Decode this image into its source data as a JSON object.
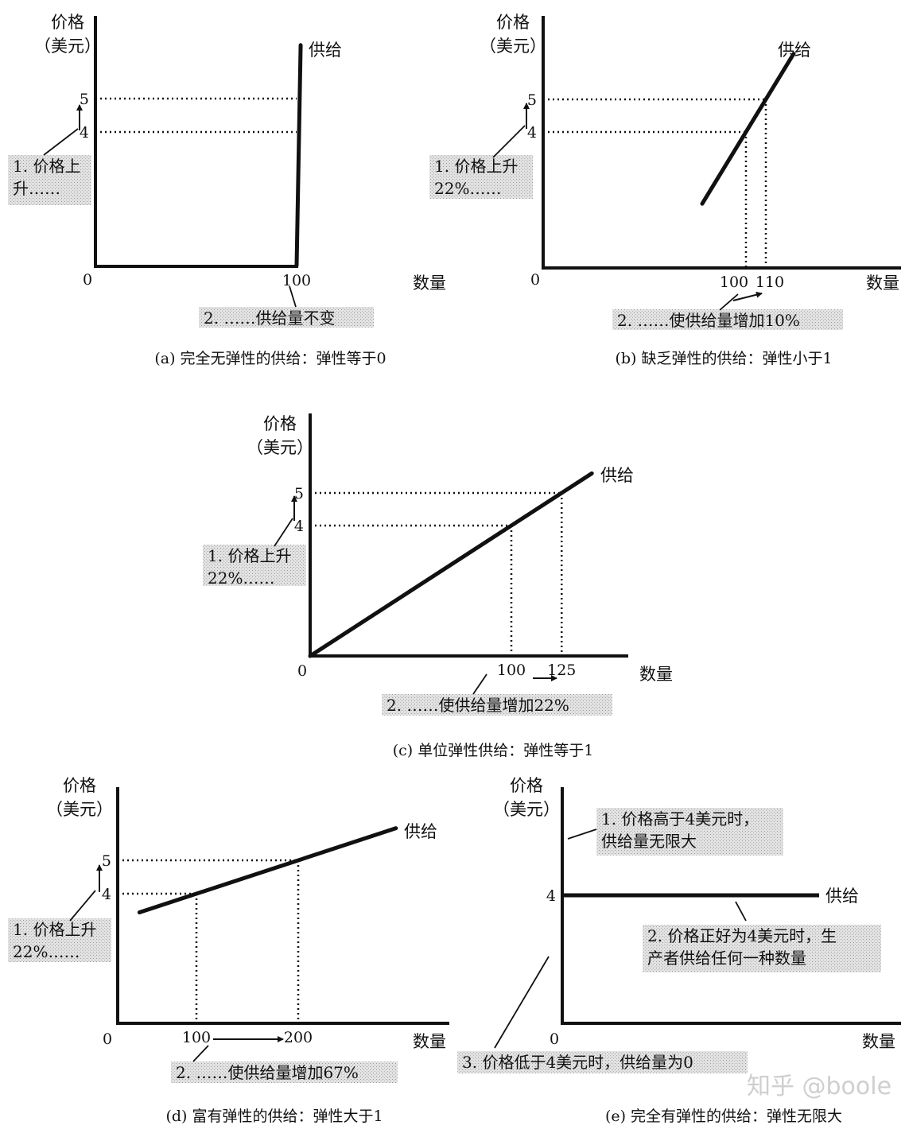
{
  "watermark": "知乎 @boole",
  "chart_data": [
    {
      "id": "a",
      "type": "line",
      "title": "(a) 完全无弹性的供给：弹性等于0",
      "ylabel": [
        "价格",
        "（美元）"
      ],
      "xlabel": "数量",
      "origin_label": "0",
      "y_ticks": [
        4,
        5
      ],
      "x_ticks": [
        100
      ],
      "series": [
        {
          "name": "供给",
          "points": [
            [
              100,
              0
            ],
            [
              102,
              6.6
            ]
          ]
        }
      ],
      "guides": {
        "prices": [
          4,
          5
        ],
        "quantities": [
          100,
          100
        ]
      },
      "annotations": [
        {
          "lines": [
            "1. 价格上",
            "升……"
          ]
        },
        {
          "lines": [
            "2. ……供给量不变"
          ]
        }
      ]
    },
    {
      "id": "b",
      "type": "line",
      "title": "(b) 缺乏弹性的供给：弹性小于1",
      "ylabel": [
        "价格",
        "（美元）"
      ],
      "xlabel": "数量",
      "origin_label": "0",
      "y_ticks": [
        4,
        5
      ],
      "x_ticks": [
        100,
        110
      ],
      "series": [
        {
          "name": "供给",
          "points": [
            [
              78,
              1.8
            ],
            [
              124,
              6.4
            ]
          ]
        }
      ],
      "guides": {
        "prices": [
          4,
          5
        ],
        "quantities": [
          100,
          110
        ]
      },
      "annotations": [
        {
          "lines": [
            "1. 价格上升",
            "22%……"
          ]
        },
        {
          "lines": [
            "2. ……使供给量增加10%"
          ]
        }
      ]
    },
    {
      "id": "c",
      "type": "line",
      "title": "(c) 单位弹性供给：弹性等于1",
      "ylabel": [
        "价格",
        "（美元）"
      ],
      "xlabel": "数量",
      "origin_label": "0",
      "y_ticks": [
        4,
        5
      ],
      "x_ticks": [
        100,
        125
      ],
      "series": [
        {
          "name": "供给",
          "points": [
            [
              0,
              0
            ],
            [
              140,
              5.6
            ]
          ]
        }
      ],
      "guides": {
        "prices": [
          4,
          5
        ],
        "quantities": [
          100,
          125
        ]
      },
      "annotations": [
        {
          "lines": [
            "1. 价格上升",
            "22%……"
          ]
        },
        {
          "lines": [
            "2. ……使供给量增加22%"
          ]
        }
      ]
    },
    {
      "id": "d",
      "type": "line",
      "title": "(d) 富有弹性的供给：弹性大于1",
      "ylabel": [
        "价格",
        "（美元）"
      ],
      "xlabel": "数量",
      "origin_label": "0",
      "y_ticks": [
        4,
        5
      ],
      "x_ticks": [
        100,
        200
      ],
      "series": [
        {
          "name": "供给",
          "points": [
            [
              44,
              3.44
            ],
            [
              296,
              5.96
            ]
          ]
        }
      ],
      "guides": {
        "prices": [
          4,
          5
        ],
        "quantities": [
          100,
          200
        ]
      },
      "annotations": [
        {
          "lines": [
            "1. 价格上升",
            "22%……"
          ]
        },
        {
          "lines": [
            "2. ……使供给量增加67%"
          ]
        }
      ]
    },
    {
      "id": "e",
      "type": "line",
      "title": "(e) 完全有弹性的供给：弹性无限大",
      "ylabel": [
        "价格",
        "（美元）"
      ],
      "xlabel": "数量",
      "origin_label": "0",
      "y_ticks": [
        4
      ],
      "x_ticks": [],
      "series": [
        {
          "name": "供给",
          "points": [
            [
              0,
              4
            ],
            [
              100,
              4
            ]
          ]
        }
      ],
      "guides": {
        "prices": [],
        "quantities": []
      },
      "annotations": [
        {
          "lines": [
            "1. 价格高于4美元时，",
            "供给量无限大"
          ]
        },
        {
          "lines": [
            "2. 价格正好为4美元时，生",
            "产者供给任何一种数量"
          ]
        },
        {
          "lines": [
            "3. 价格低于4美元时，供给量为0"
          ]
        }
      ]
    }
  ]
}
